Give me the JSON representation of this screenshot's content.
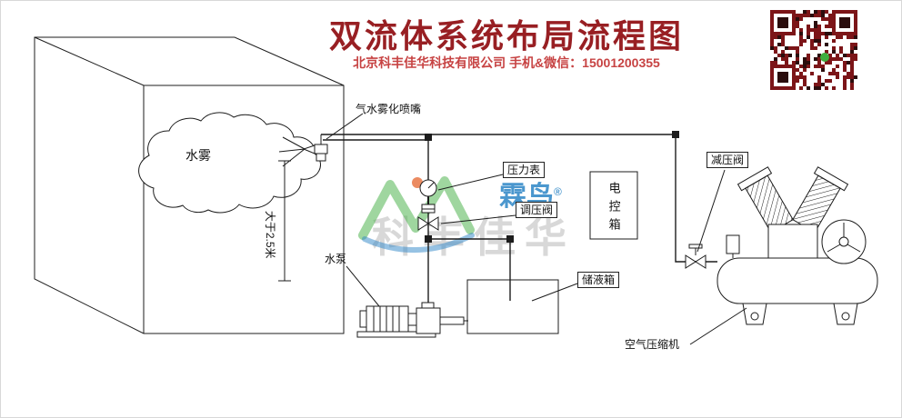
{
  "header": {
    "title": "双流体系统布局流程图",
    "subtitle": "北京科丰佳华科技有限公司 手机&微信：15001200355"
  },
  "watermark": {
    "company": "科丰佳华",
    "brand": "霖鸟",
    "registered": "®"
  },
  "labels": {
    "mist": "水雾",
    "nozzle": "气水雾化喷嘴",
    "min_height": "大于2.5米",
    "pressure_gauge": "压力表",
    "pressure_regulator": "调压阀",
    "control_box": "电控箱",
    "storage_tank": "储液箱",
    "water_pump": "水泵",
    "pressure_reducing_valve": "减压阀",
    "air_compressor": "空气压缩机"
  },
  "colors": {
    "title_red": "#981f23",
    "subtitle_red": "#c74343",
    "line_black": "#1c1c1c",
    "qr_red": "#7c1518",
    "brand_green": "#3fae3f",
    "brand_blue": "#1f7ec2",
    "watermark_gray": "#9a9a9a"
  }
}
